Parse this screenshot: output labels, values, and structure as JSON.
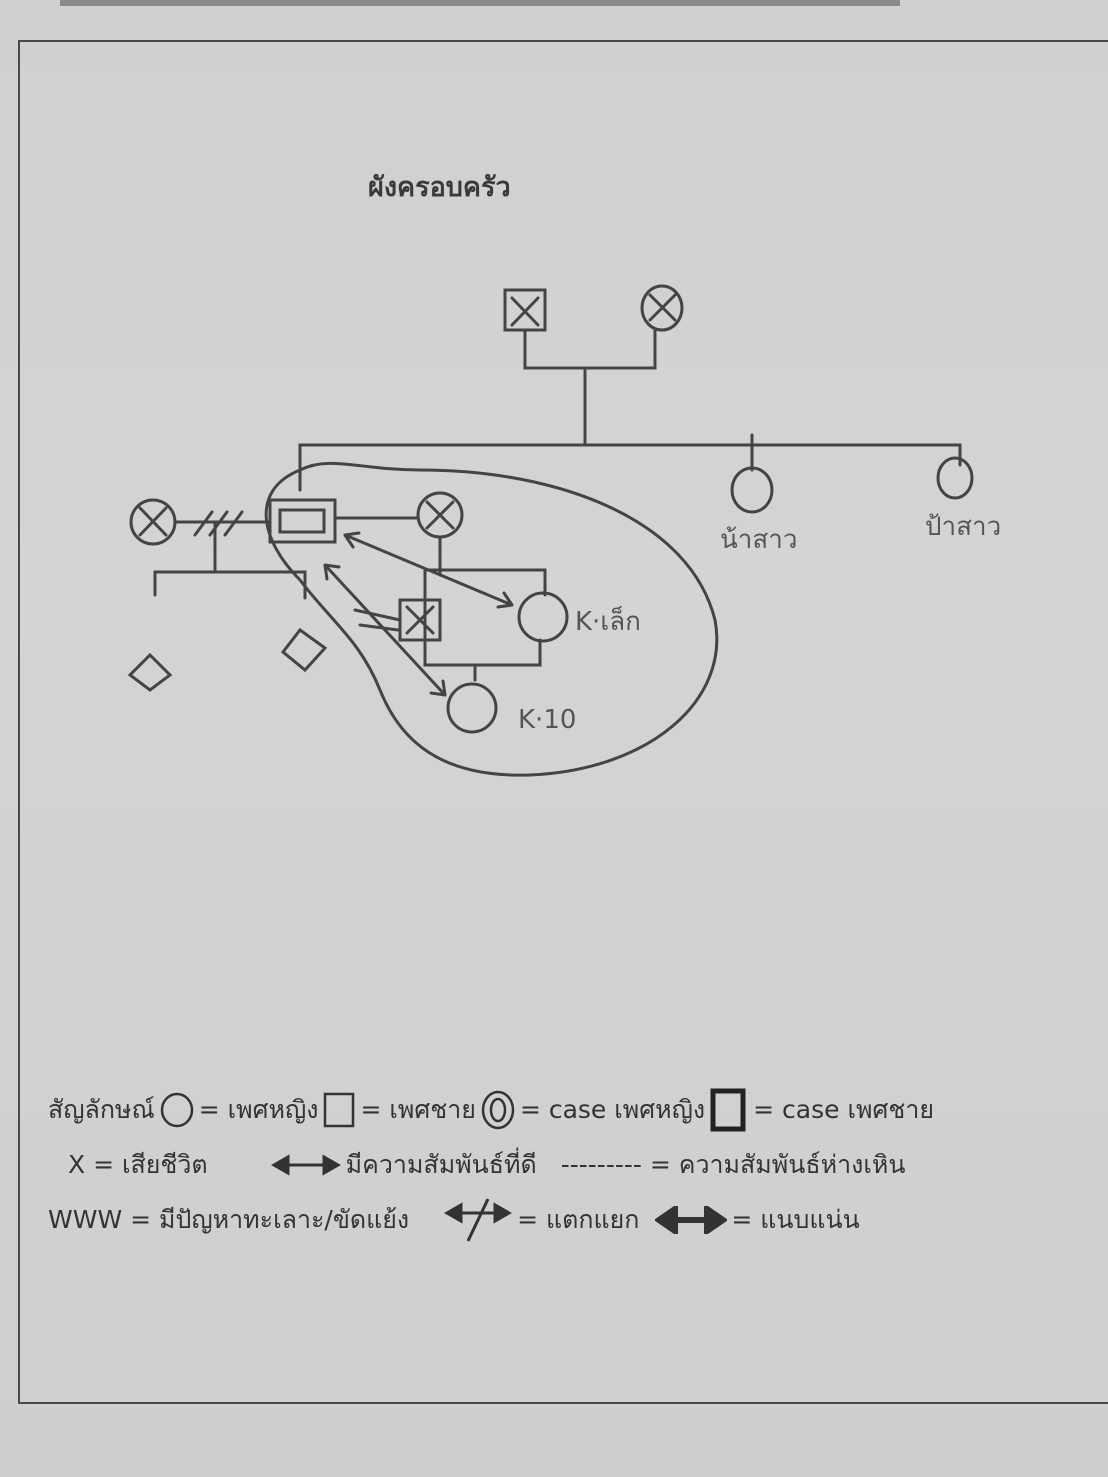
{
  "title": "ผังครอบครัว",
  "labels": {
    "aunt_1": "น้าสาว",
    "aunt_2": "ป้าสาว",
    "child_1": "K·เล็ก",
    "child_2": "K·10"
  },
  "legend": {
    "heading": "สัญลักษณ์",
    "female": "= เพศหญิง",
    "male": "= เพศชาย",
    "case_female": "= case เพศหญิง",
    "case_male": "= case เพศชาย",
    "deceased": "X = เสียชีวิต",
    "good_relation": "มีความสัมพันธ์ที่ดี",
    "distant": "--------- = ความสัมพันธ์ห่างเหิน",
    "conflict": "WWW = มีปัญหาทะเลาะ/ขัดแย้ง",
    "separated": "= แตกแยก",
    "close": "= แนบแน่น"
  }
}
